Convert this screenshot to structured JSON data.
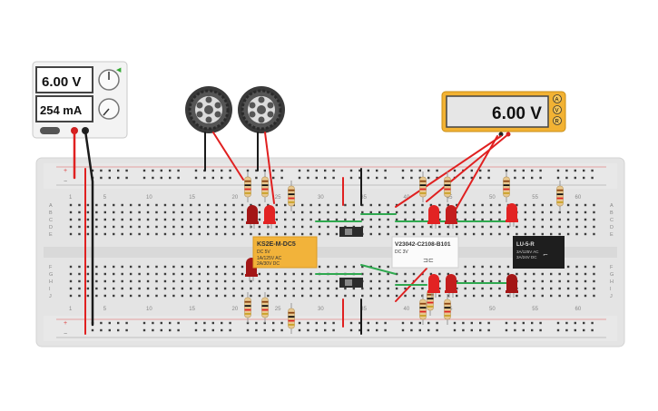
{
  "power_supply": {
    "voltage_display": "6.00 V",
    "current_display": "254 mA"
  },
  "multimeter": {
    "reading": "6.00 V",
    "mode_buttons": [
      "A",
      "V",
      "R"
    ]
  },
  "breadboard": {
    "column_labels_top": [
      "1",
      "5",
      "10",
      "15",
      "20",
      "25",
      "30",
      "35",
      "40",
      "45",
      "50",
      "55",
      "60"
    ],
    "column_labels_bottom": [
      "1",
      "5",
      "10",
      "15",
      "20",
      "25",
      "30",
      "35",
      "40",
      "45",
      "50",
      "55",
      "60"
    ],
    "row_labels_top": [
      "A",
      "B",
      "C",
      "D",
      "E"
    ],
    "row_labels_bottom": [
      "F",
      "G",
      "H",
      "I",
      "J"
    ],
    "rail_symbols": [
      "+",
      "−"
    ]
  },
  "relay_yellow": {
    "title": "KS2E-M-DC5",
    "line1": "DC 5V",
    "line2": "1A/125V AC",
    "line3": "2A/30V DC"
  },
  "relay_white": {
    "title": "V23042-C2108-B101",
    "line1": "DC 3V"
  },
  "relay_black": {
    "title": "LU-5-R",
    "line1": "3A/125V AC",
    "line2": "3A/24V DC"
  },
  "colors": {
    "wire_red": "#e02020",
    "wire_black": "#1a1a1a",
    "wire_green": "#2fa84f",
    "board": "#e4e4e4",
    "relay_yellow": "#f2b33a",
    "multimeter": "#f2b233"
  }
}
